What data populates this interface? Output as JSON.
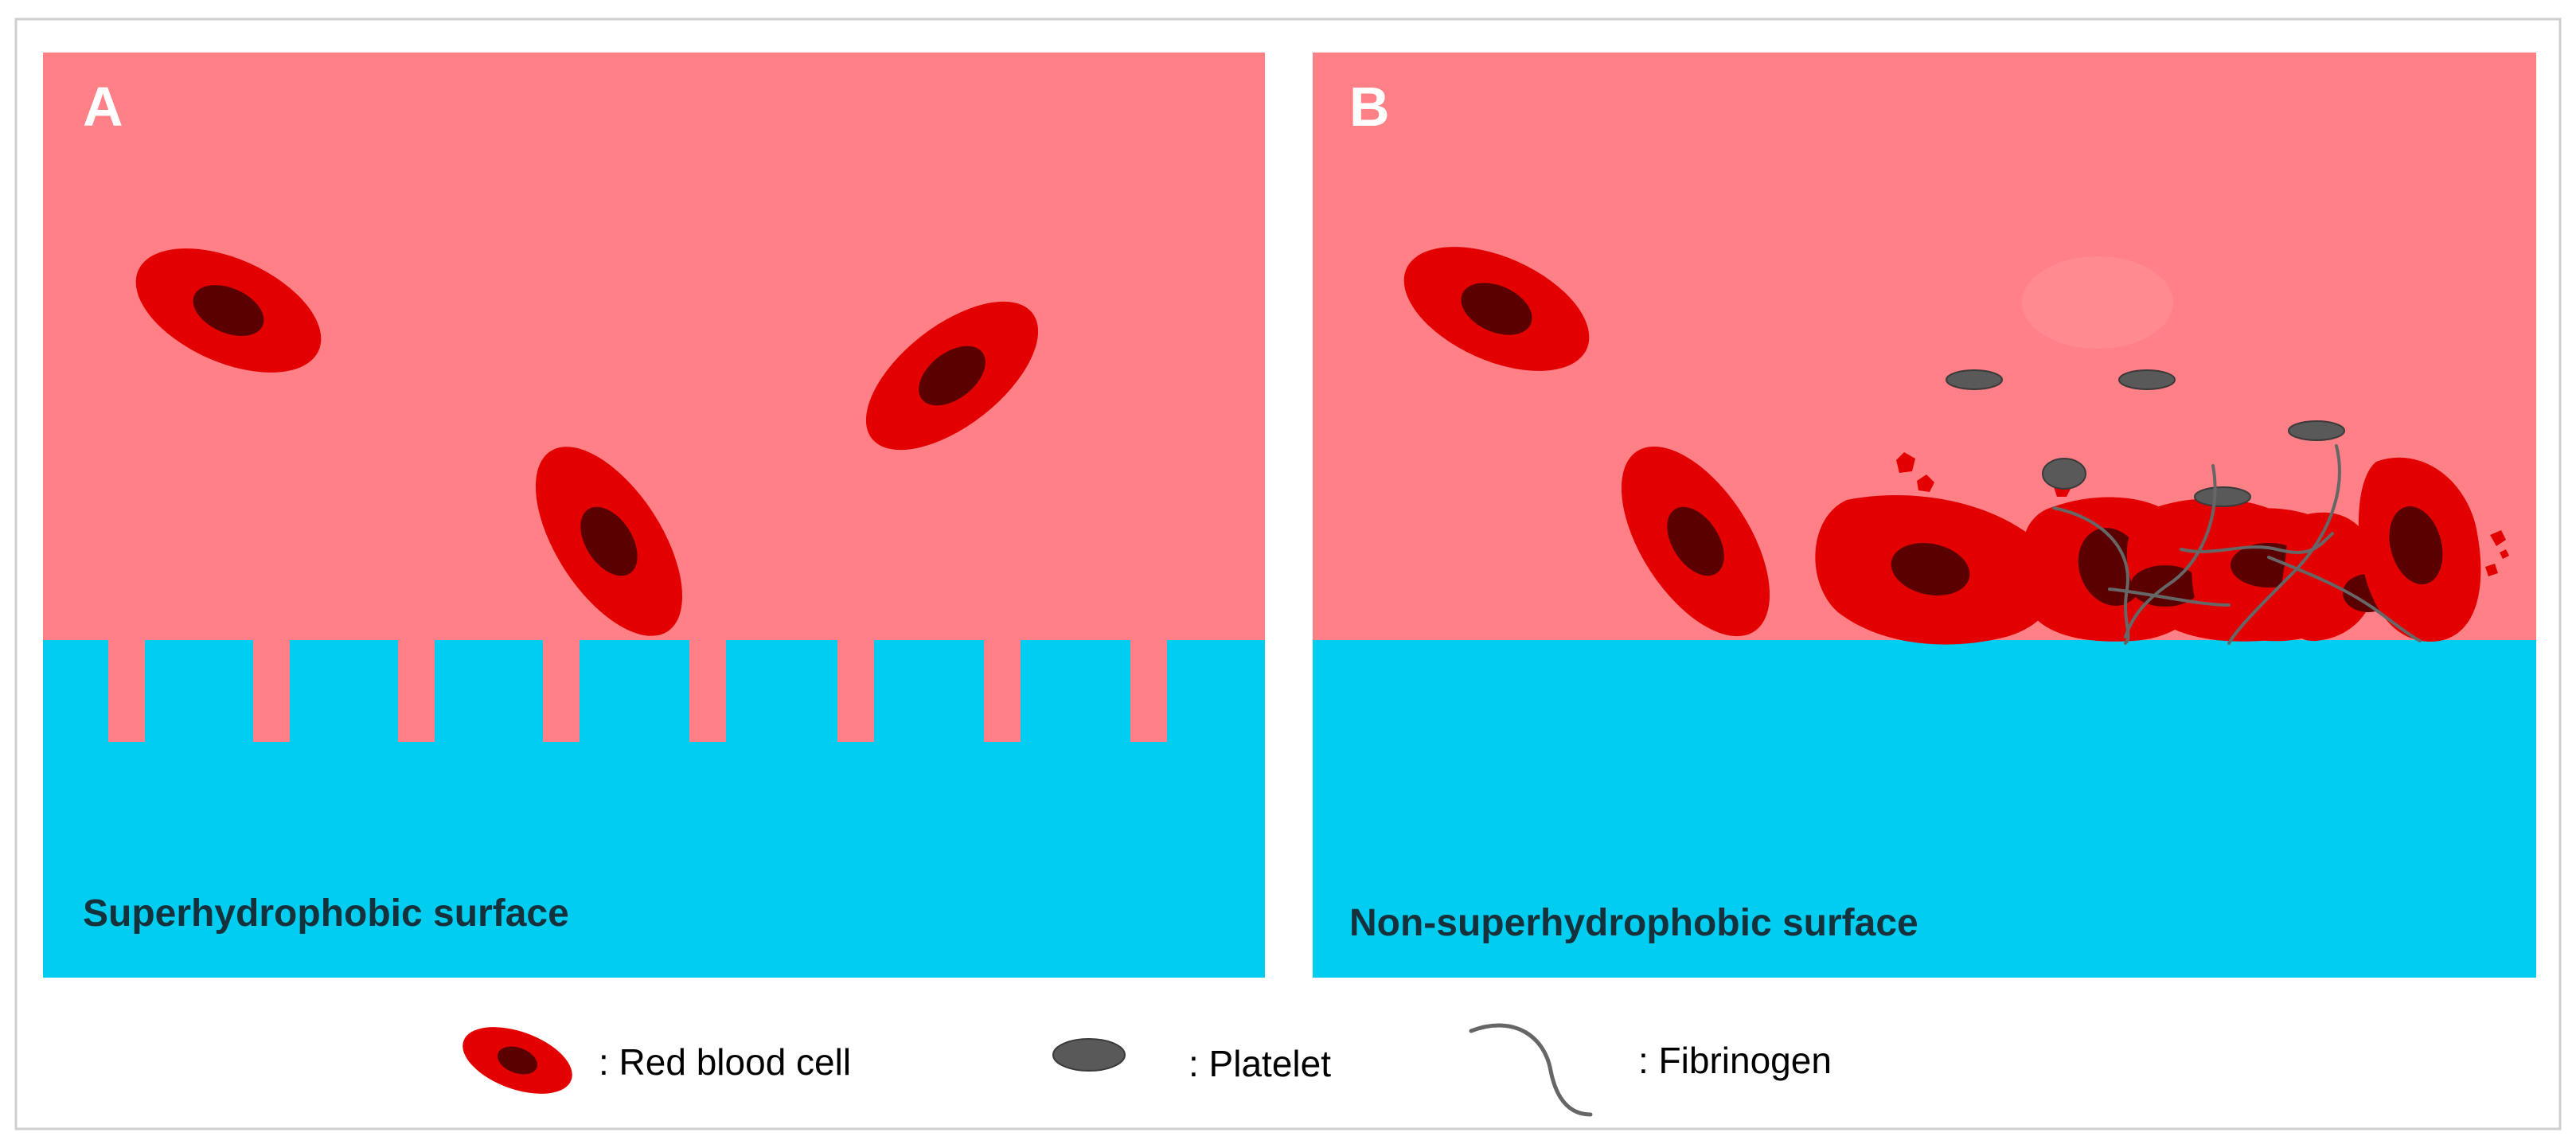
{
  "colors": {
    "blood": "#ff8086",
    "surface": "#00cdf0",
    "cell_outer": "#e30000",
    "cell_nucleus": "#5a0000",
    "platelet": "#595959",
    "fiber": "#666666",
    "label_dark": "#14313c",
    "legend_text": "#000000",
    "frame": "#cfcfcf"
  },
  "panel_a": {
    "letter": "A",
    "surface_label": "Superhydrophobic surface"
  },
  "panel_b": {
    "letter": "B",
    "surface_label": "Non-superhydrophobic surface"
  },
  "legend": {
    "red_blood_cell": {
      "label": ": Red blood cell",
      "icon": "red-blood-cell-icon"
    },
    "platelet": {
      "label": ": Platelet",
      "icon": "platelet-icon"
    },
    "fibrinogen": {
      "label": ": Fibrinogen",
      "icon": "fibrinogen-icon"
    }
  }
}
